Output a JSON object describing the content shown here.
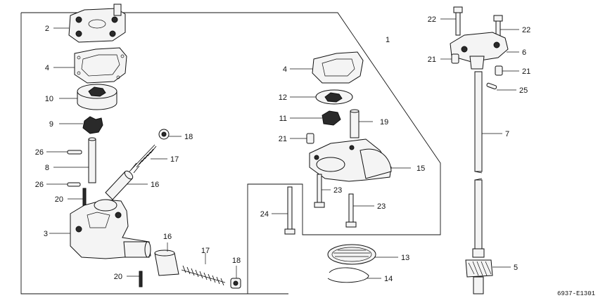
{
  "diagram_code": "6937-E1301",
  "callouts": [
    {
      "id": "c-2",
      "label": "2"
    },
    {
      "id": "c-4a",
      "label": "4"
    },
    {
      "id": "c-10",
      "label": "10"
    },
    {
      "id": "c-9",
      "label": "9"
    },
    {
      "id": "c-26a",
      "label": "26"
    },
    {
      "id": "c-8",
      "label": "8"
    },
    {
      "id": "c-26b",
      "label": "26"
    },
    {
      "id": "c-20a",
      "label": "20"
    },
    {
      "id": "c-3",
      "label": "3"
    },
    {
      "id": "c-20b",
      "label": "20"
    },
    {
      "id": "c-18a",
      "label": "18"
    },
    {
      "id": "c-17a",
      "label": "17"
    },
    {
      "id": "c-16a",
      "label": "16"
    },
    {
      "id": "c-16b",
      "label": "16"
    },
    {
      "id": "c-17b",
      "label": "17"
    },
    {
      "id": "c-18b",
      "label": "18"
    },
    {
      "id": "c-1",
      "label": "1"
    },
    {
      "id": "c-4b",
      "label": "4"
    },
    {
      "id": "c-12",
      "label": "12"
    },
    {
      "id": "c-11",
      "label": "11"
    },
    {
      "id": "c-19",
      "label": "19"
    },
    {
      "id": "c-21a",
      "label": "21"
    },
    {
      "id": "c-15",
      "label": "15"
    },
    {
      "id": "c-23a",
      "label": "23"
    },
    {
      "id": "c-24",
      "label": "24"
    },
    {
      "id": "c-23b",
      "label": "23"
    },
    {
      "id": "c-13",
      "label": "13"
    },
    {
      "id": "c-14",
      "label": "14"
    },
    {
      "id": "c-22a",
      "label": "22"
    },
    {
      "id": "c-22b",
      "label": "22"
    },
    {
      "id": "c-6",
      "label": "6"
    },
    {
      "id": "c-21b",
      "label": "21"
    },
    {
      "id": "c-21c",
      "label": "21"
    },
    {
      "id": "c-25",
      "label": "25"
    },
    {
      "id": "c-7",
      "label": "7"
    },
    {
      "id": "c-5",
      "label": "5"
    }
  ]
}
